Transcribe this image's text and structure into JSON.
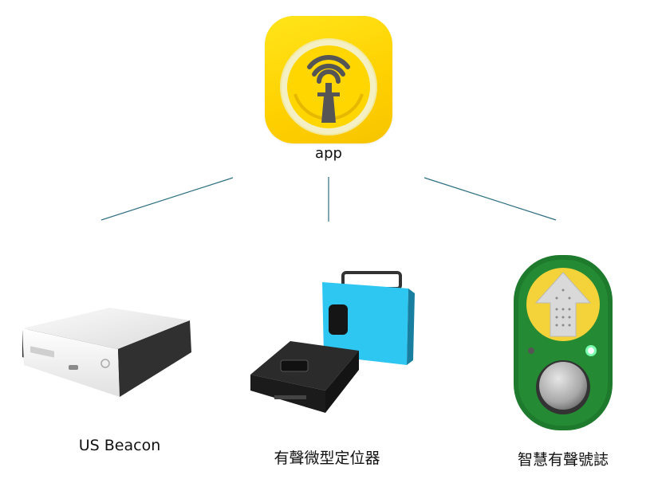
{
  "app": {
    "label": "app"
  },
  "devices": [
    {
      "label": "US Beacon"
    },
    {
      "label": "有聲微型定位器"
    },
    {
      "label": "智慧有聲號誌"
    }
  ],
  "colors": {
    "connector": "#2d6f7f",
    "app_yellow": "#ffd800",
    "device_blue": "#2ec7f1",
    "sign_green": "#1e7a2c"
  }
}
